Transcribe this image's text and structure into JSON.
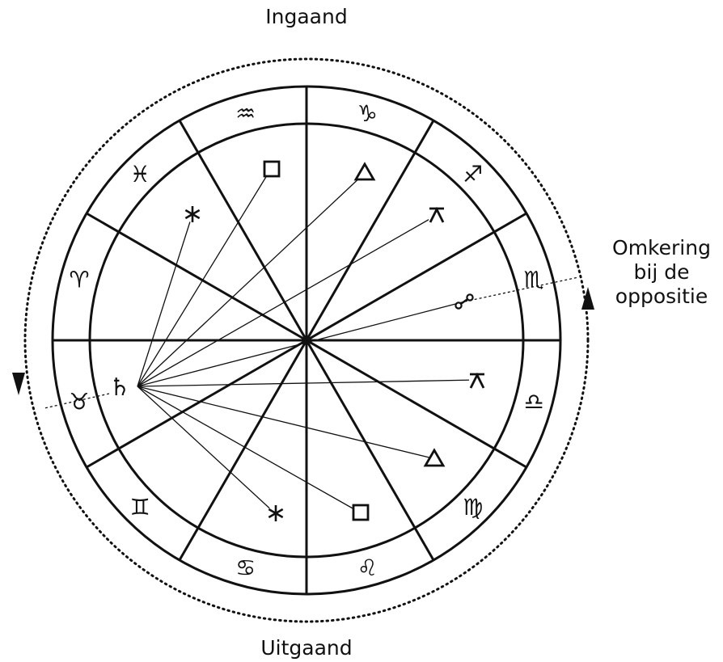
{
  "labels": {
    "incoming": "Ingaand",
    "outgoing": "Uitgaand",
    "reversal": [
      "Omkering",
      "bij de",
      "oppositie"
    ]
  },
  "colors": {
    "ink": "#111111",
    "background": "#ffffff"
  },
  "zodiac_ring": [
    {
      "sign": "capricorn",
      "glyph": "♑"
    },
    {
      "sign": "sagittarius",
      "glyph": "♐"
    },
    {
      "sign": "scorpio",
      "glyph": "♏"
    },
    {
      "sign": "libra",
      "glyph": "♎"
    },
    {
      "sign": "virgo",
      "glyph": "♍"
    },
    {
      "sign": "leo",
      "glyph": "♌"
    },
    {
      "sign": "cancer",
      "glyph": "♋"
    },
    {
      "sign": "gemini",
      "glyph": "♊"
    },
    {
      "sign": "taurus",
      "glyph": "♉"
    },
    {
      "sign": "aries",
      "glyph": "♈"
    },
    {
      "sign": "pisces",
      "glyph": "♓"
    },
    {
      "sign": "aquarius",
      "glyph": "♒"
    }
  ],
  "planet": {
    "name": "saturn",
    "glyph": "♄"
  },
  "aspects": [
    {
      "name": "sextile-upper",
      "glyph": "✱",
      "shape": "sextile"
    },
    {
      "name": "square-upper",
      "glyph": "□",
      "shape": "square"
    },
    {
      "name": "trine-upper",
      "glyph": "△",
      "shape": "trine"
    },
    {
      "name": "quincunx-upper",
      "glyph": "⊼",
      "shape": "quincunx"
    },
    {
      "name": "opposition",
      "glyph": "☍",
      "shape": "opposition"
    },
    {
      "name": "quincunx-lower",
      "glyph": "⊼",
      "shape": "quincunx"
    },
    {
      "name": "trine-lower",
      "glyph": "△",
      "shape": "trine"
    },
    {
      "name": "square-lower",
      "glyph": "□",
      "shape": "square"
    },
    {
      "name": "sextile-lower",
      "glyph": "✱",
      "shape": "sextile"
    }
  ]
}
